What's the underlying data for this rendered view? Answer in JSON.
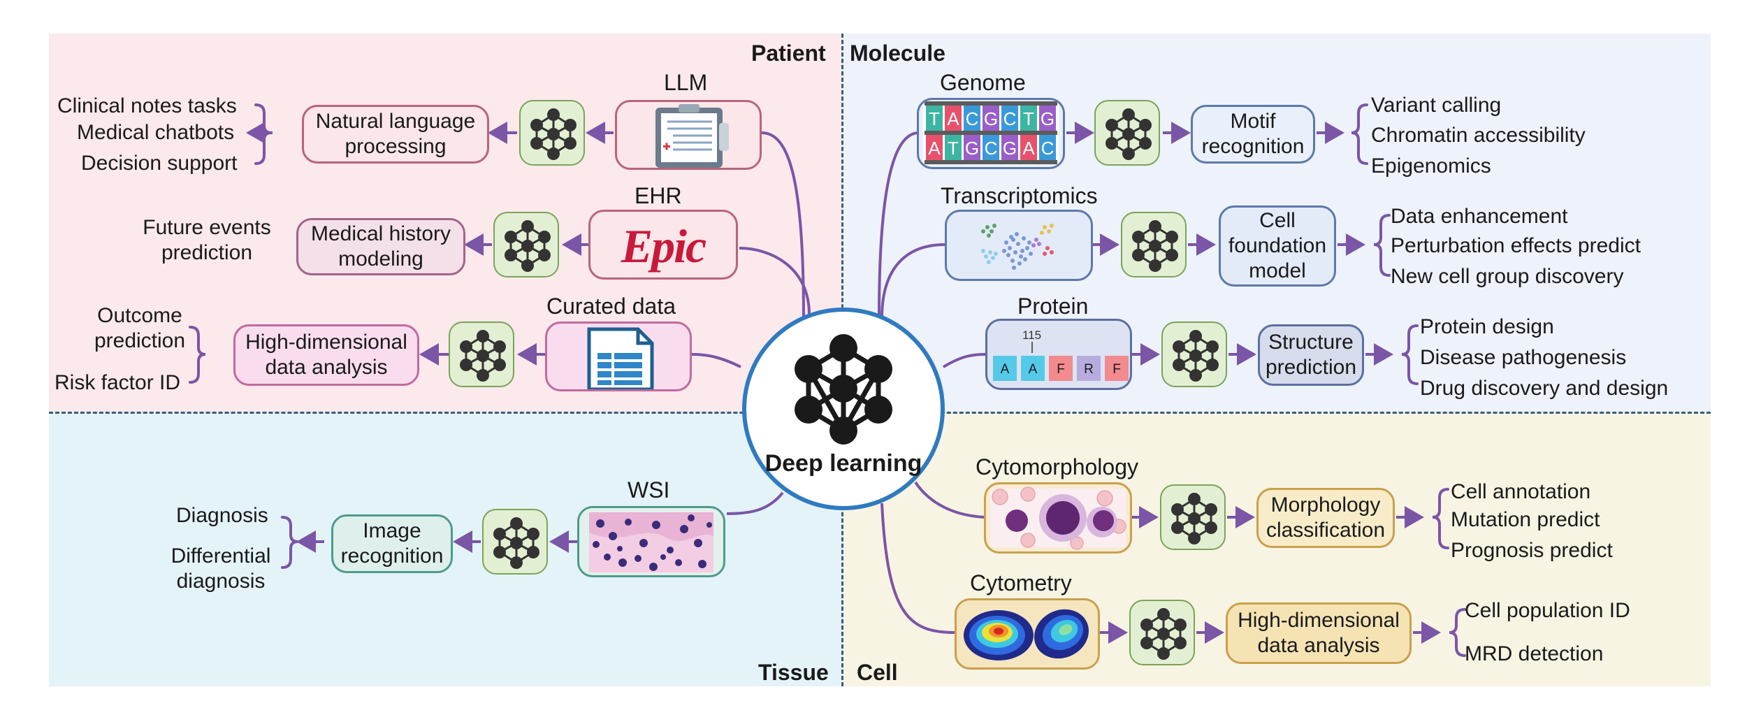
{
  "quadrants": {
    "patient": "Patient",
    "molecule": "Molecule",
    "tissue": "Tissue",
    "cell": "Cell"
  },
  "center": {
    "label": "Deep learning"
  },
  "colors": {
    "arrow": "#7b55a6",
    "center_border": "#2f7ac0",
    "nn_fill": "#e3efd2",
    "nn_border": "#7aa35a"
  },
  "patient": {
    "llm": {
      "label": "LLM",
      "task": [
        "Natural language",
        "processing"
      ],
      "outputs": [
        "Clinical notes tasks",
        "Medical chatbots",
        "Decision support"
      ],
      "icon": "clipboard-icon"
    },
    "ehr": {
      "label": "EHR",
      "logo_text": "Epic",
      "task": [
        "Medical history",
        "modeling"
      ],
      "outputs": [
        "Future events",
        "prediction"
      ]
    },
    "curated": {
      "label": "Curated data",
      "task": [
        "High-dimensional",
        "data analysis"
      ],
      "outputs": [
        "Outcome",
        "prediction",
        "Risk factor ID"
      ],
      "icon": "spreadsheet-icon"
    }
  },
  "molecule": {
    "genome": {
      "label": "Genome",
      "seq_top": [
        "T",
        "A",
        "C",
        "G",
        "C",
        "T",
        "G"
      ],
      "seq_bottom": [
        "A",
        "T",
        "G",
        "C",
        "G",
        "A",
        "C"
      ],
      "task": [
        "Motif",
        "recognition"
      ],
      "outputs": [
        "Variant calling",
        "Chromatin accessibility",
        "Epigenomics"
      ]
    },
    "transcriptomics": {
      "label": "Transcriptomics",
      "task": [
        "Cell",
        "foundation",
        "model"
      ],
      "outputs": [
        "Data enhancement",
        "Perturbation effects predict",
        "New cell group discovery"
      ]
    },
    "protein": {
      "label": "Protein",
      "position": "115",
      "residues": [
        "A",
        "A",
        "F",
        "R",
        "F"
      ],
      "task": [
        "Structure",
        "prediction"
      ],
      "outputs": [
        "Protein design",
        "Disease pathogenesis",
        "Drug discovery and design"
      ]
    }
  },
  "tissue": {
    "wsi": {
      "label": "WSI",
      "task": [
        "Image",
        "recognition"
      ],
      "outputs": [
        "Diagnosis",
        "Differential",
        "diagnosis"
      ]
    }
  },
  "cell": {
    "cytomorphology": {
      "label": "Cytomorphology",
      "task": [
        "Morphology",
        "classification"
      ],
      "outputs": [
        "Cell annotation",
        "Mutation predict",
        "Prognosis predict"
      ]
    },
    "cytometry": {
      "label": "Cytometry",
      "task": [
        "High-dimensional",
        "data analysis"
      ],
      "outputs": [
        "Cell population ID",
        "MRD detection"
      ]
    }
  }
}
